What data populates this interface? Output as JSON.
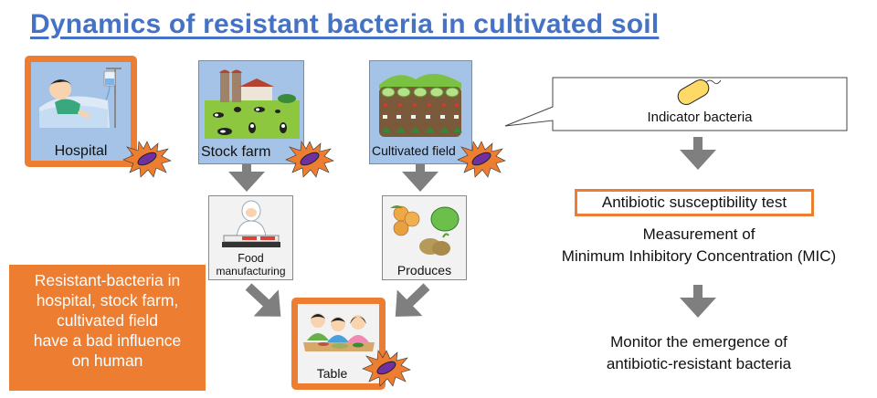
{
  "title": "Dynamics of resistant bacteria in cultivated soil",
  "sources": [
    {
      "label": "Hospital",
      "icon": "hospital-patient-icon"
    },
    {
      "label": "Stock farm",
      "icon": "stock-farm-icon"
    },
    {
      "label": "Cultivated field",
      "icon": "cultivated-field-icon"
    }
  ],
  "intermediate": [
    {
      "label_line1": "Food",
      "label_line2": "manufacturing",
      "icon": "food-worker-icon"
    },
    {
      "label": "Produces",
      "icon": "vegetables-icon"
    }
  ],
  "destination": {
    "label": "Table",
    "icon": "family-eating-icon"
  },
  "note": {
    "lines": [
      "Resistant-bacteria in",
      "hospital, stock farm,",
      "cultivated field",
      "have a bad influence",
      "on human"
    ]
  },
  "workflow": {
    "indicator": "Indicator bacteria",
    "test": "Antibiotic susceptibility test",
    "measurement_line1": "Measurement of",
    "measurement_line2": "Minimum Inhibitory Concentration (MIC)",
    "monitor_line1": "Monitor the emergence of",
    "monitor_line2": "antibiotic-resistant bacteria"
  },
  "colors": {
    "title": "#4472c4",
    "accent_orange": "#ed7d31",
    "card_blue": "#a4c3e6",
    "arrow_gray": "#7f7f7f",
    "bacteria_purple": "#7030a0",
    "indicator_yellow": "#ffd966"
  }
}
